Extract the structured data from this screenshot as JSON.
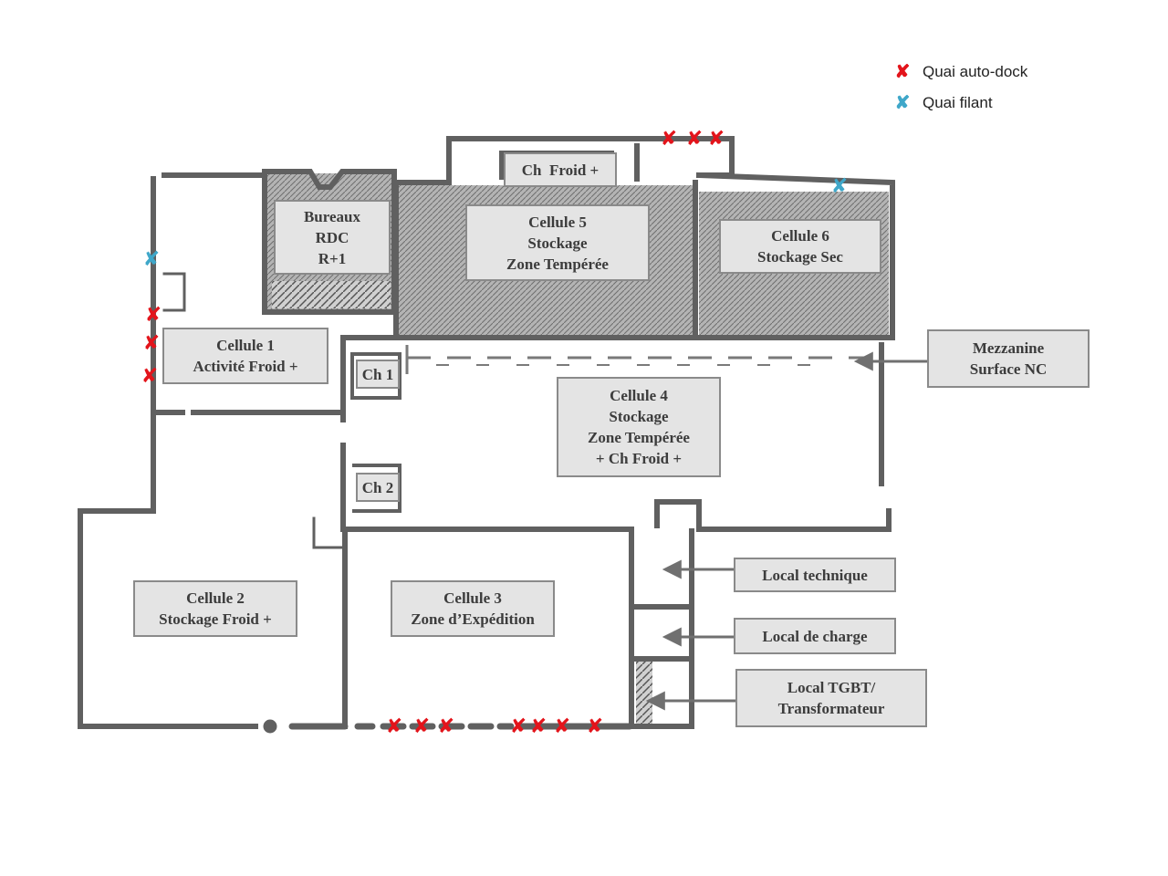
{
  "legend": {
    "autodock": {
      "label": "Quai auto-dock",
      "color": "#e3141b"
    },
    "filant": {
      "label": "Quai filant",
      "color": "#3fa7c9"
    }
  },
  "rooms": {
    "bureaux": [
      "Bureaux",
      "RDC",
      "R+1"
    ],
    "cellule5": [
      "Cellule 5",
      "Stockage",
      "Zone Tempérée"
    ],
    "cellule6": [
      "Cellule 6",
      "Stockage Sec"
    ],
    "ch_froid": [
      "Ch  Froid +"
    ],
    "cellule1": [
      "Cellule 1",
      "Activité Froid +"
    ],
    "ch1": [
      "Ch 1"
    ],
    "ch2": [
      "Ch 2"
    ],
    "cellule4": [
      "Cellule 4",
      "Stockage",
      "Zone Tempérée",
      "+ Ch Froid +"
    ],
    "cellule2": [
      "Cellule 2",
      "Stockage Froid +"
    ],
    "cellule3": [
      "Cellule 3",
      "Zone d’Expédition"
    ]
  },
  "annotations": {
    "mezzanine": [
      "Mezzanine",
      "Surface NC"
    ],
    "local_technique": [
      "Local technique"
    ],
    "local_charge": [
      "Local de charge"
    ],
    "local_tgbt": [
      "Local TGBT/",
      "Transformateur"
    ]
  },
  "colors": {
    "wall": "#606060",
    "hatch": "#8f8f8f",
    "label_bg": "#e4e4e4",
    "arrow": "#707070"
  }
}
